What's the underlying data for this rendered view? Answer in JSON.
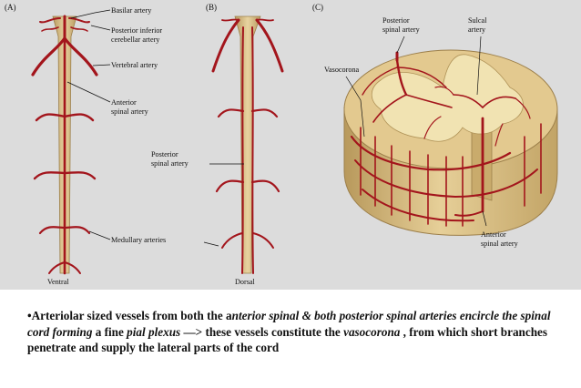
{
  "panels": {
    "a": "(A)",
    "b": "(B)",
    "c": "(C)"
  },
  "labels": {
    "basilar": "Basilar artery",
    "pica_1": "Posterior inferior",
    "pica_2": "cerebellar artery",
    "vertebral": "Vertebral artery",
    "anterior_1": "Anterior",
    "anterior_2": "spinal artery",
    "posterior_b_1": "Posterior",
    "posterior_b_2": "spinal artery",
    "medullary": "Medullary arteries",
    "ventral": "Ventral",
    "dorsal": "Dorsal",
    "posterior_c_1": "Posterior",
    "posterior_c_2": "spinal artery",
    "sulcal_1": "Sulcal",
    "sulcal_2": "artery",
    "vasocorona": "Vasocorona",
    "anterior_c_1": "Anterior",
    "anterior_c_2": "spinal artery"
  },
  "caption": {
    "bullet": "•",
    "t1": "Arteriolar sized vessels from both the a",
    "t2": "nterior spinal & both posterior spinal arteries encircle the spinal cord forming",
    "t3": " a fine ",
    "t4": "pial plexus",
    "t5": " —> these vessels constitute the ",
    "t6": "vasocorona",
    "t7": " , from which short branches penetrate and supply the lateral parts of the cord"
  },
  "colors": {
    "artery": "#a3151c",
    "cord": "#d9bf86",
    "cord_edge": "#b09358",
    "grey_matter": "#f1e3b2",
    "background": "#dcdcdc"
  }
}
